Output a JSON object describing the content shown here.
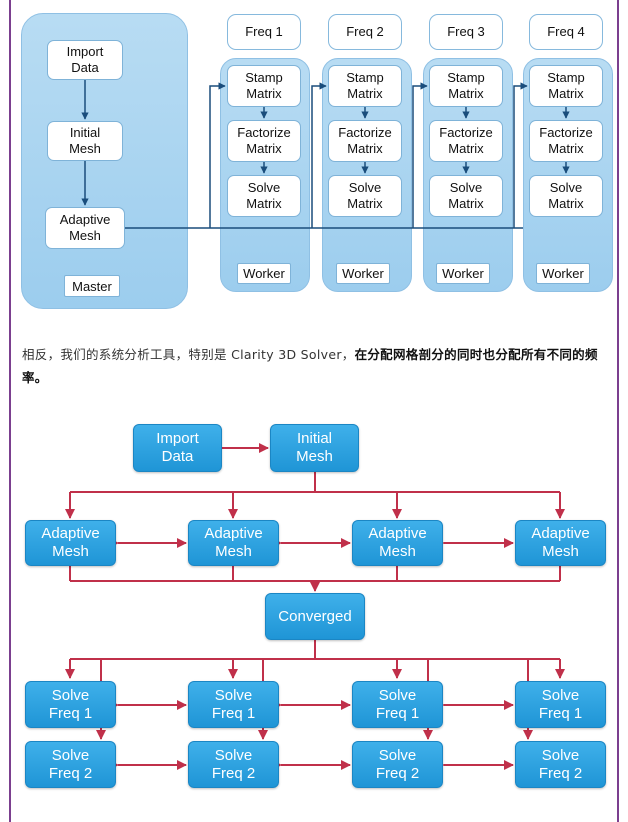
{
  "top_diagram": {
    "master": {
      "label": "Master",
      "nodes": [
        "Import\nData",
        "Initial\nMesh",
        "Adaptive\nMesh"
      ]
    },
    "workers": [
      {
        "freq": "Freq 1",
        "steps": [
          "Stamp\nMatrix",
          "Factorize\nMatrix",
          "Solve\nMatrix"
        ],
        "label": "Worker"
      },
      {
        "freq": "Freq 2",
        "steps": [
          "Stamp\nMatrix",
          "Factorize\nMatrix",
          "Solve\nMatrix"
        ],
        "label": "Worker"
      },
      {
        "freq": "Freq 3",
        "steps": [
          "Stamp\nMatrix",
          "Factorize\nMatrix",
          "Solve\nMatrix"
        ],
        "label": "Worker"
      },
      {
        "freq": "Freq 4",
        "steps": [
          "Stamp\nMatrix",
          "Factorize\nMatrix",
          "Solve\nMatrix"
        ],
        "label": "Worker"
      }
    ]
  },
  "caption": {
    "plain": "相反，我们的系统分析工具，特别是 Clarity 3D Solver，",
    "bold": "在分配网格剖分的同时也分配所有不同的频率。"
  },
  "bottom_diagram": {
    "import": "Import\nData",
    "initial": "Initial\nMesh",
    "adaptive": [
      "Adaptive\nMesh",
      "Adaptive\nMesh",
      "Adaptive\nMesh",
      "Adaptive\nMesh"
    ],
    "converged": "Converged",
    "solve_f1": [
      "Solve\nFreq 1",
      "Solve\nFreq 1",
      "Solve\nFreq 1",
      "Solve\nFreq 1"
    ],
    "solve_f2": [
      "Solve\nFreq 2",
      "Solve\nFreq 2",
      "Solve\nFreq 2",
      "Solve\nFreq 2"
    ]
  },
  "colors": {
    "frame": "#7b3f8f",
    "panel": "#a8d4f0",
    "node_blue": "#2a9fe0",
    "arrow_red": "#c0304a",
    "arrow_dark": "#1a4d7c"
  }
}
